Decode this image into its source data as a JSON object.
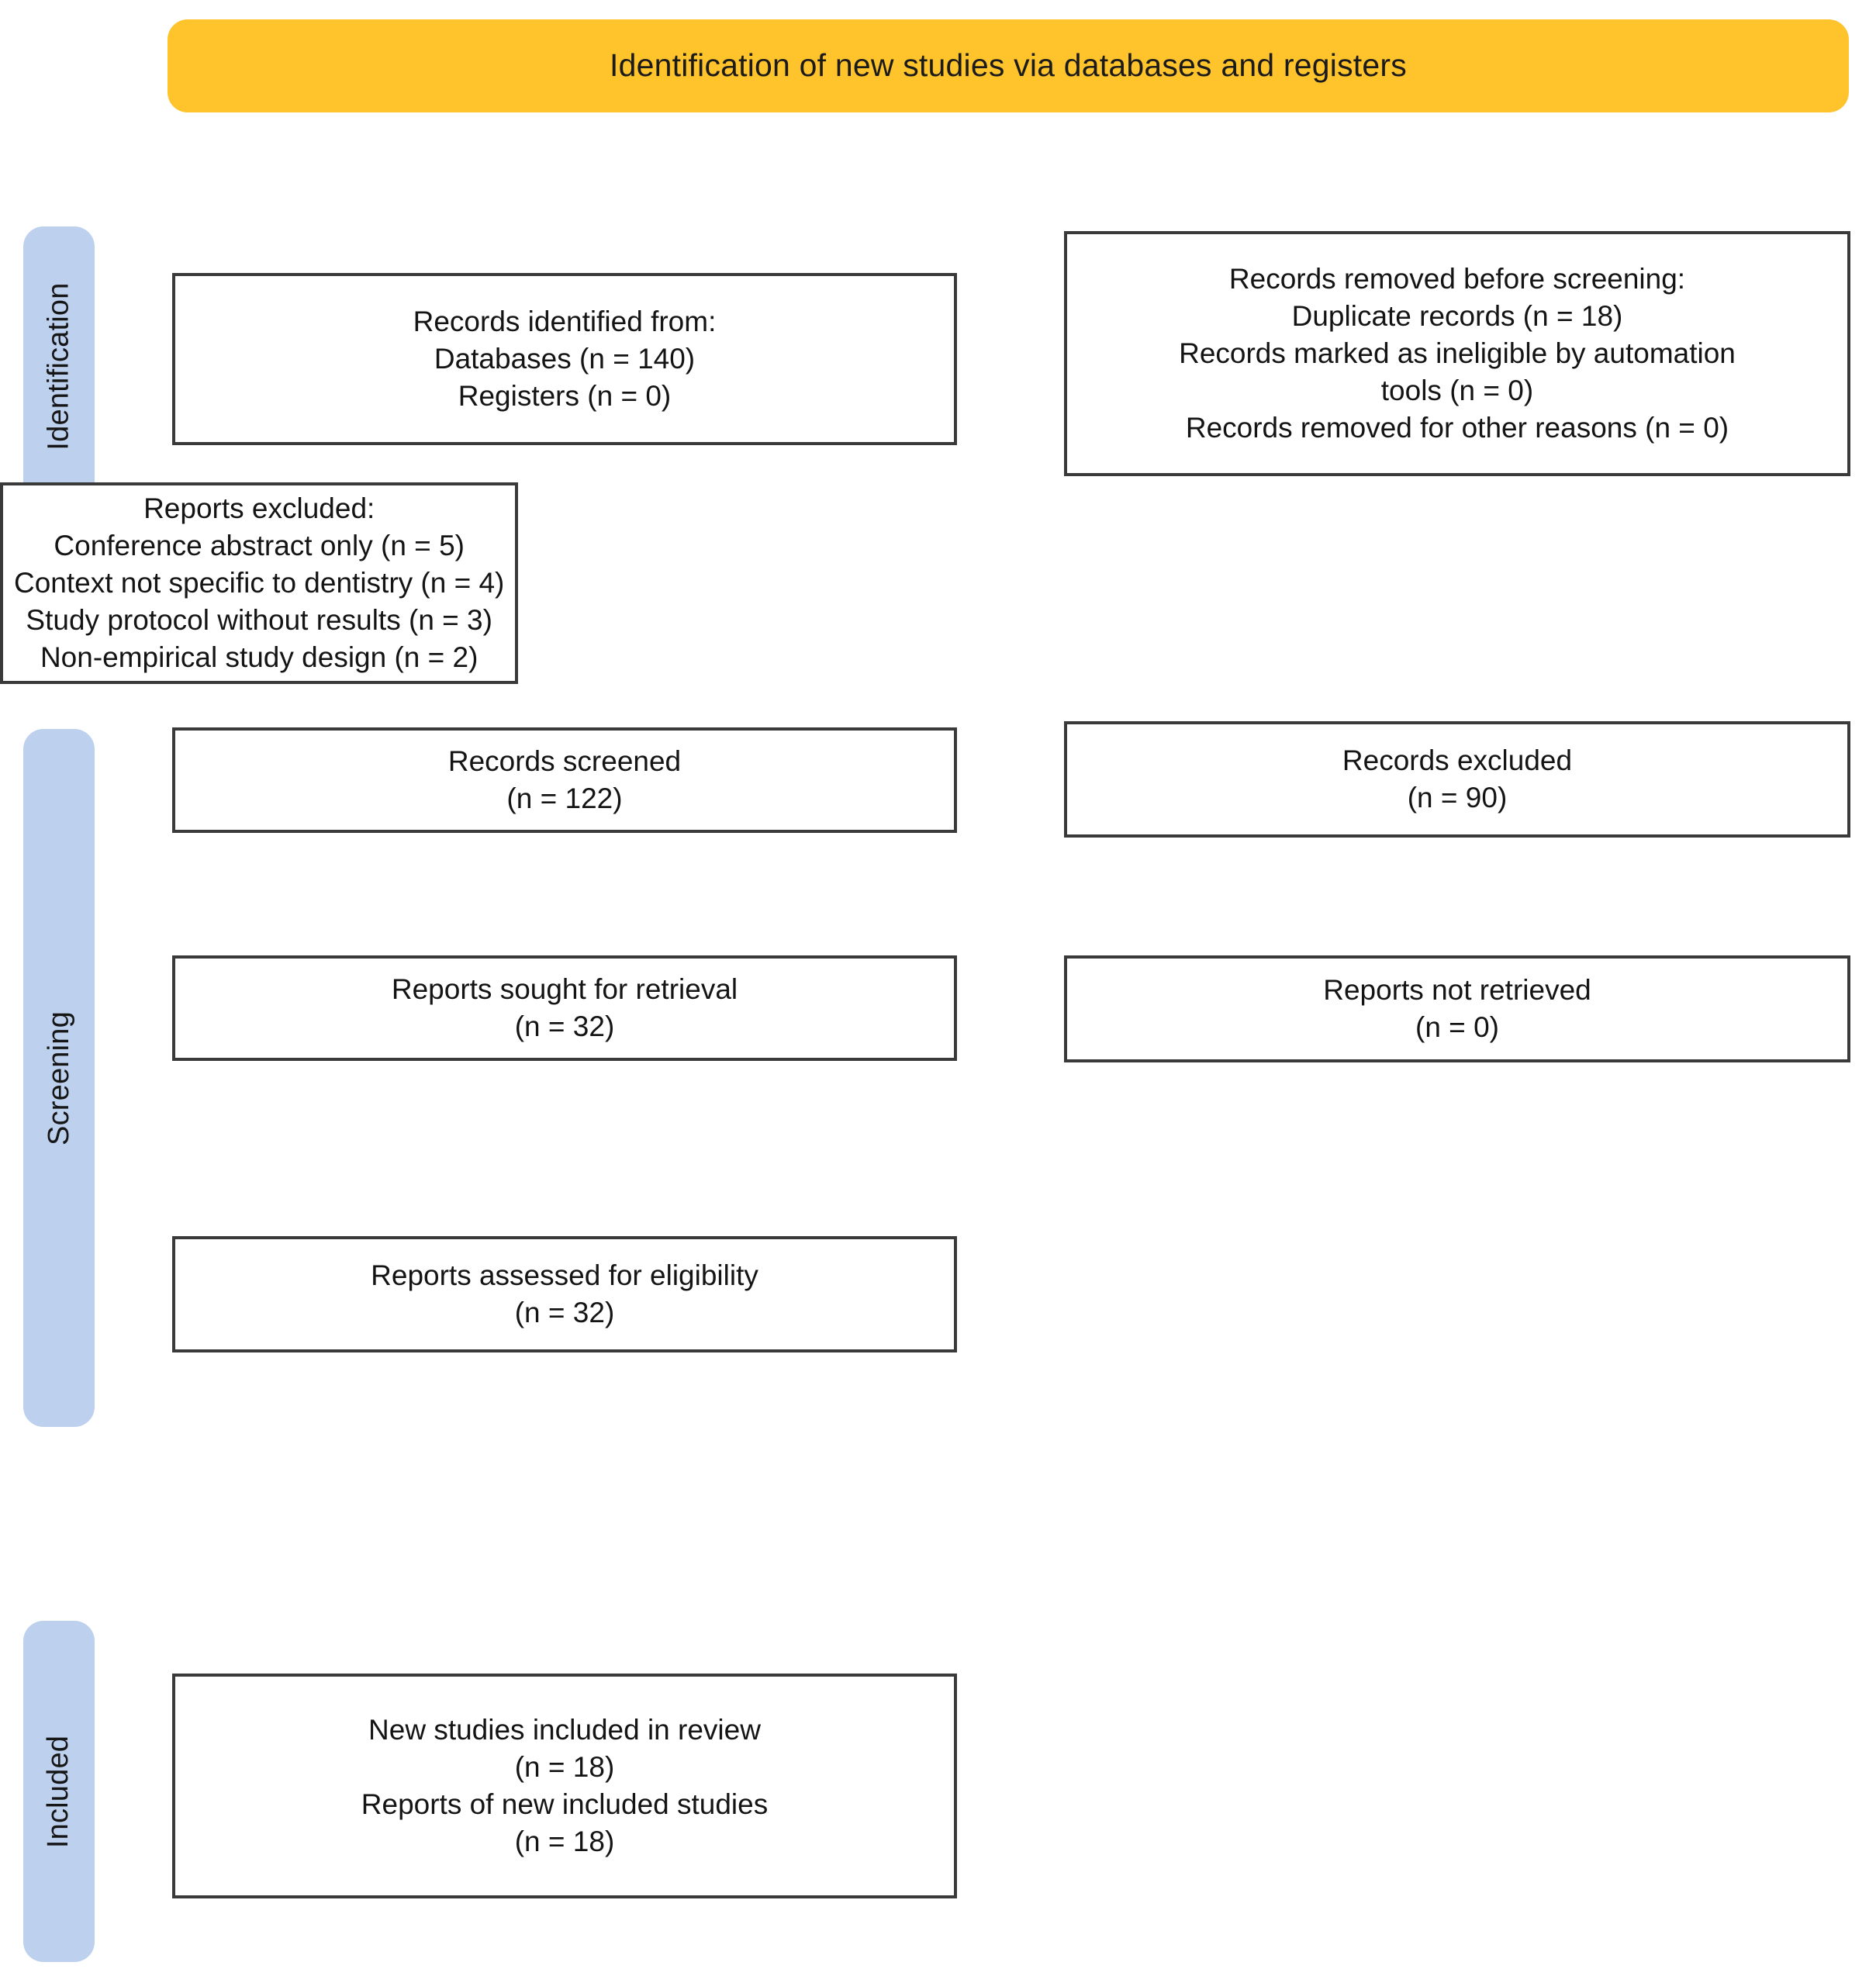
{
  "banner": {
    "title": "Identification of new studies via databases and registers",
    "color": "#FFC32B"
  },
  "stages": {
    "color": "#BDD0EE",
    "identification": "Identification",
    "screening": "Screening",
    "included": "Included"
  },
  "boxes": {
    "identified": "Records identified from:\nDatabases (n = 140)\nRegisters  (n = 0)",
    "removed": "Records removed before screening:\nDuplicate records (n = 18)\nRecords marked as ineligible by automation\ntools (n = 0)\nRecords removed for other reasons (n = 0)",
    "screened": "Records screened\n(n = 122)",
    "excluded_records": "Records excluded\n(n = 90)",
    "sought": "Reports sought for retrieval\n(n = 32)",
    "not_retrieved": "Reports not retrieved\n(n = 0)",
    "assessed": "Reports assessed for eligibility\n(n = 32)",
    "excluded_reports": "Reports excluded:\nConference abstract only (n = 5)\nContext not specific to dentistry (n = 4)\nStudy protocol without results (n = 3)\nNon-empirical study design (n = 2)",
    "included": "New studies included in review\n(n = 18)\nReports of new included studies\n(n = 18)"
  },
  "chart_data": {
    "type": "diagram",
    "title": "Identification of new studies via databases and registers",
    "diagram_kind": "PRISMA 2020 flow diagram",
    "stages": [
      "Identification",
      "Screening",
      "Included"
    ],
    "nodes": [
      {
        "id": "identified",
        "stage": "Identification",
        "column": "left",
        "label": "Records identified from:",
        "items": [
          {
            "label": "Databases",
            "n": 140
          },
          {
            "label": "Registers",
            "n": 0
          }
        ]
      },
      {
        "id": "removed",
        "stage": "Identification",
        "column": "right",
        "label": "Records removed before screening:",
        "items": [
          {
            "label": "Duplicate records",
            "n": 18
          },
          {
            "label": "Records marked as ineligible by automation tools",
            "n": 0
          },
          {
            "label": "Records removed for other reasons",
            "n": 0
          }
        ]
      },
      {
        "id": "screened",
        "stage": "Screening",
        "column": "left",
        "label": "Records screened",
        "n": 122
      },
      {
        "id": "excluded_records",
        "stage": "Screening",
        "column": "right",
        "label": "Records excluded",
        "n": 90
      },
      {
        "id": "sought",
        "stage": "Screening",
        "column": "left",
        "label": "Reports sought for retrieval",
        "n": 32
      },
      {
        "id": "not_retrieved",
        "stage": "Screening",
        "column": "right",
        "label": "Reports not retrieved",
        "n": 0
      },
      {
        "id": "assessed",
        "stage": "Screening",
        "column": "left",
        "label": "Reports assessed for eligibility",
        "n": 32
      },
      {
        "id": "excluded_reports",
        "stage": "Screening",
        "column": "right",
        "label": "Reports excluded:",
        "items": [
          {
            "label": "Conference abstract only",
            "n": 5
          },
          {
            "label": "Context not specific to dentistry",
            "n": 4
          },
          {
            "label": "Study protocol without results",
            "n": 3
          },
          {
            "label": "Non-empirical study design",
            "n": 2
          }
        ]
      },
      {
        "id": "included",
        "stage": "Included",
        "column": "left",
        "label": "New studies included in review",
        "n": 18,
        "items": [
          {
            "label": "New studies included in review",
            "n": 18
          },
          {
            "label": "Reports of new included studies",
            "n": 18
          }
        ]
      }
    ],
    "edges": [
      {
        "from": "identified",
        "to": "removed",
        "direction": "right"
      },
      {
        "from": "identified",
        "to": "screened",
        "direction": "down"
      },
      {
        "from": "screened",
        "to": "excluded_records",
        "direction": "right"
      },
      {
        "from": "screened",
        "to": "sought",
        "direction": "down"
      },
      {
        "from": "sought",
        "to": "not_retrieved",
        "direction": "right"
      },
      {
        "from": "sought",
        "to": "assessed",
        "direction": "down"
      },
      {
        "from": "assessed",
        "to": "excluded_reports",
        "direction": "right"
      },
      {
        "from": "assessed",
        "to": "included",
        "direction": "down"
      }
    ]
  }
}
